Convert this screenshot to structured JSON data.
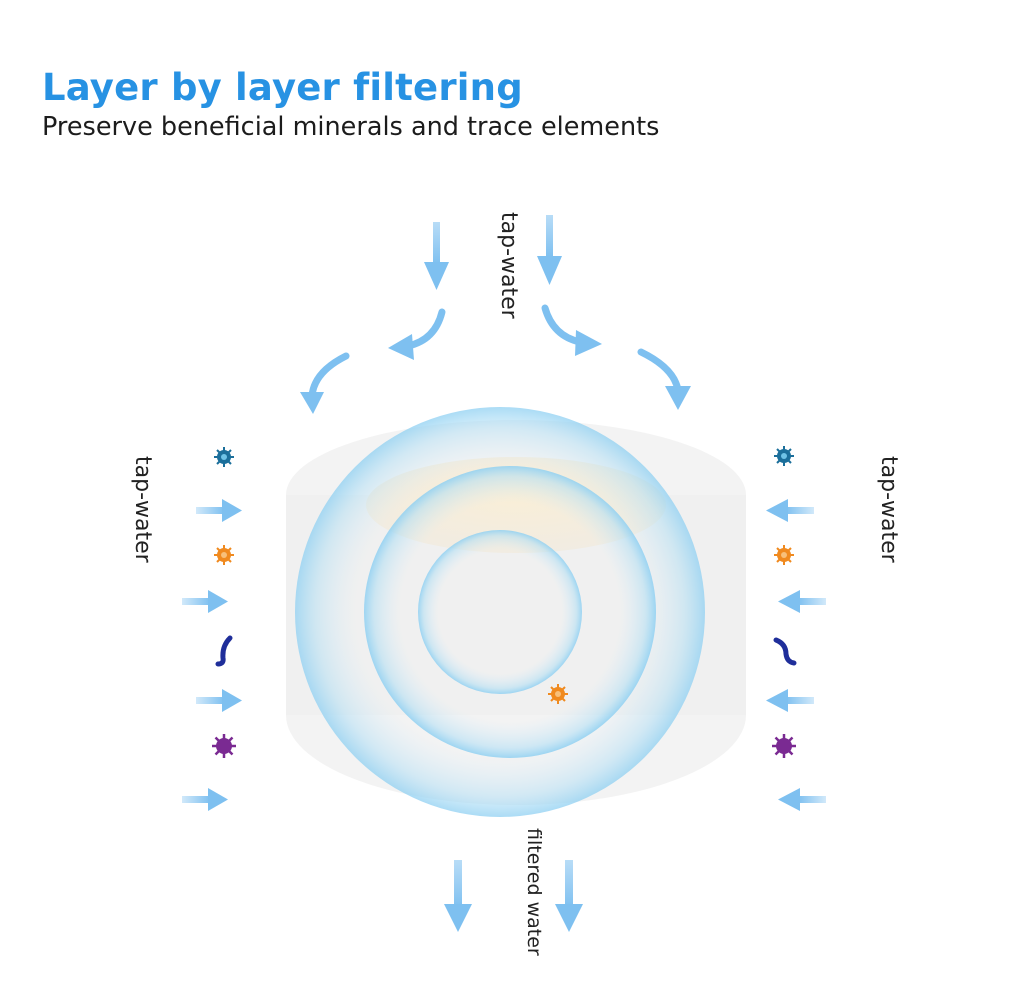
{
  "header": {
    "title": "Layer by layer filtering",
    "subtitle": "Preserve beneficial minerals and trace elements"
  },
  "labels": {
    "top": "tap-water",
    "left": "tap-water",
    "right": "tap-water",
    "bottom": "filtered water"
  },
  "colors": {
    "title": "#2792e3",
    "arrow": "#7ec0f0",
    "ring": "#9cd4f2",
    "filter_body": "#f1f1f1",
    "filter_inner": "#f6ecd8",
    "particle_blue": "#1b6f9b",
    "particle_orange": "#f08a1f",
    "particle_navy": "#1f2e9a",
    "particle_purple": "#7a2a92"
  },
  "icons": {
    "arrow": "arrow-icon",
    "particles": [
      "blue-virus-icon",
      "orange-germ-icon",
      "navy-bacillus-icon",
      "purple-virus-icon"
    ]
  }
}
